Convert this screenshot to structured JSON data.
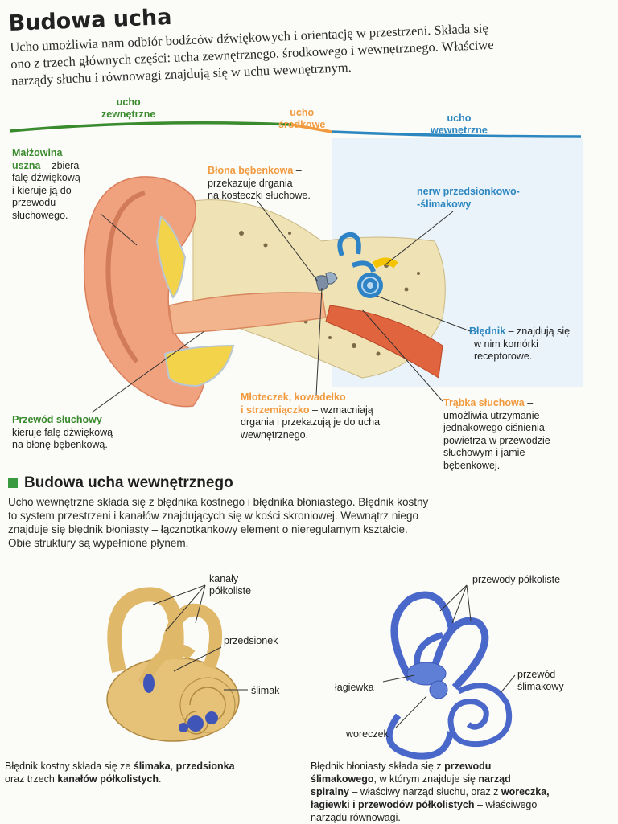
{
  "title": "Budowa ucha",
  "intro": [
    "Ucho umożliwia nam odbiór bodźców dźwiękowych i orientację w przestrzeni. Składa się",
    "ono z trzech głównych części: ucha zewnętrznego, środkowego i wewnętrznego. Właściwe",
    "narządy słuchu i równowagi znajdują się w uchu wewnętrznym."
  ],
  "regions": {
    "outer": [
      "ucho",
      "zewnętrzne"
    ],
    "middle": [
      "ucho",
      "środkowe"
    ],
    "inner": [
      "ucho",
      "wewnętrzne"
    ]
  },
  "colors": {
    "outer": "#3a8a2e",
    "middle": "#f19a3e",
    "inner": "#2c86c0",
    "heading_square": "#3a9a40"
  },
  "callouts": {
    "malzowina": {
      "title": "Małżowina uszna",
      "title_lines": [
        "Małżowina",
        "uszna"
      ],
      "desc_lines": [
        " – zbiera",
        "falę dźwiękową",
        "i kieruje ją do",
        "przewodu",
        "słuchowego."
      ]
    },
    "blona": {
      "title": "Błona bębenkowa",
      "desc_lines": [
        " –",
        "przekazuje drgania",
        "na kosteczki słuchowe."
      ]
    },
    "nerw": {
      "title_lines": [
        "nerw przedsionkowo-",
        "-ślimakowy"
      ]
    },
    "blednik": {
      "title": "Błędnik",
      "desc_lines": [
        " – znajdują się",
        "w nim komórki",
        "receptorowe."
      ]
    },
    "przewod": {
      "title": "Przewód słuchowy",
      "desc_lines": [
        " –",
        "kieruje falę dźwiękową",
        "na błonę bębenkową."
      ]
    },
    "mloteczek": {
      "title_lines": [
        "Młoteczek, kowadełko",
        "i strzemiączko"
      ],
      "desc_lines": [
        " – wzmacniają",
        "drgania i przekazują je do ucha",
        "wewnętrznego."
      ]
    },
    "trabka": {
      "title": "Trąbka słuchowa",
      "desc_lines": [
        " –",
        "umożliwia utrzymanie",
        "jednakowego ciśnienia",
        "powietrza w przewodzie",
        "słuchowym i jamie",
        "bębenkowej."
      ]
    }
  },
  "section2": {
    "heading": "Budowa ucha wewnętrznego",
    "paragraph": [
      "Ucho wewnętrzne składa się z błędnika kostnego i błędnika błoniastego. Błędnik kostny",
      "to system przestrzeni i kanałów znajdujących się w kości skroniowej. Wewnątrz niego",
      "znajduje się błędnik błoniasty – łącznotkankowy element o nieregularnym kształcie.",
      "Obie struktury są wypełnione płynem."
    ]
  },
  "bony_labels": {
    "kanaly": [
      "kanały",
      "półkoliste"
    ],
    "przedsionek": "przedsionek",
    "slimak": "ślimak"
  },
  "membranous_labels": {
    "przewody": "przewody półkoliste",
    "lagiewka": "łagiewka",
    "przewod_slimakowy": [
      "przewód",
      "ślimakowy"
    ],
    "woreczek": "woreczek"
  },
  "caption_left": {
    "l1_a": "Błędnik kostny składa się ze ",
    "l1_b": "ślimaka",
    "l1_c": ", ",
    "l1_d": "przedsionka",
    "l2_a": "oraz trzech ",
    "l2_b": "kanałów półkolistych",
    "l2_c": "."
  },
  "caption_right": {
    "l1_a": "Błędnik błoniasty składa się z ",
    "l1_b": "przewodu",
    "l2_a": "ślimakowego",
    "l2_b": ", w którym znajduje się ",
    "l2_c": "narząd",
    "l3_a": "spiralny",
    "l3_b": " – właściwy narząd słuchu, oraz z ",
    "l3_c": "woreczka,",
    "l4_a": "łagiewki i przewodów półkolistych",
    "l4_b": " – właściwego",
    "l5_a": "narządu równowagi."
  }
}
